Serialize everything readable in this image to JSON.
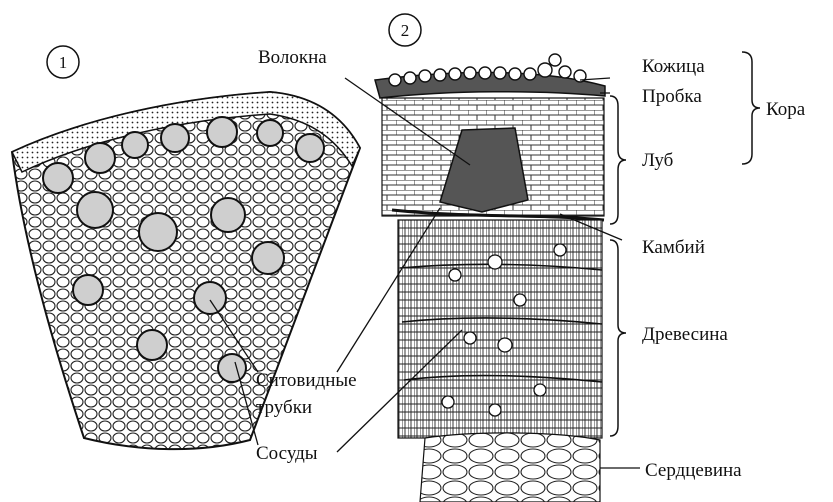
{
  "figure1": {
    "number": "1"
  },
  "figure2": {
    "number": "2"
  },
  "labels": {
    "fibers": "Волокна",
    "skin": "Кожица",
    "cork": "Пробка",
    "bark": "Кора",
    "phloem": "Луб",
    "cambium": "Камбий",
    "wood": "Древесина",
    "sieve_tubes_line1": "Ситовидные",
    "sieve_tubes_line2": "трубки",
    "vessels": "Сосуды",
    "pith": "Сердцевина"
  }
}
